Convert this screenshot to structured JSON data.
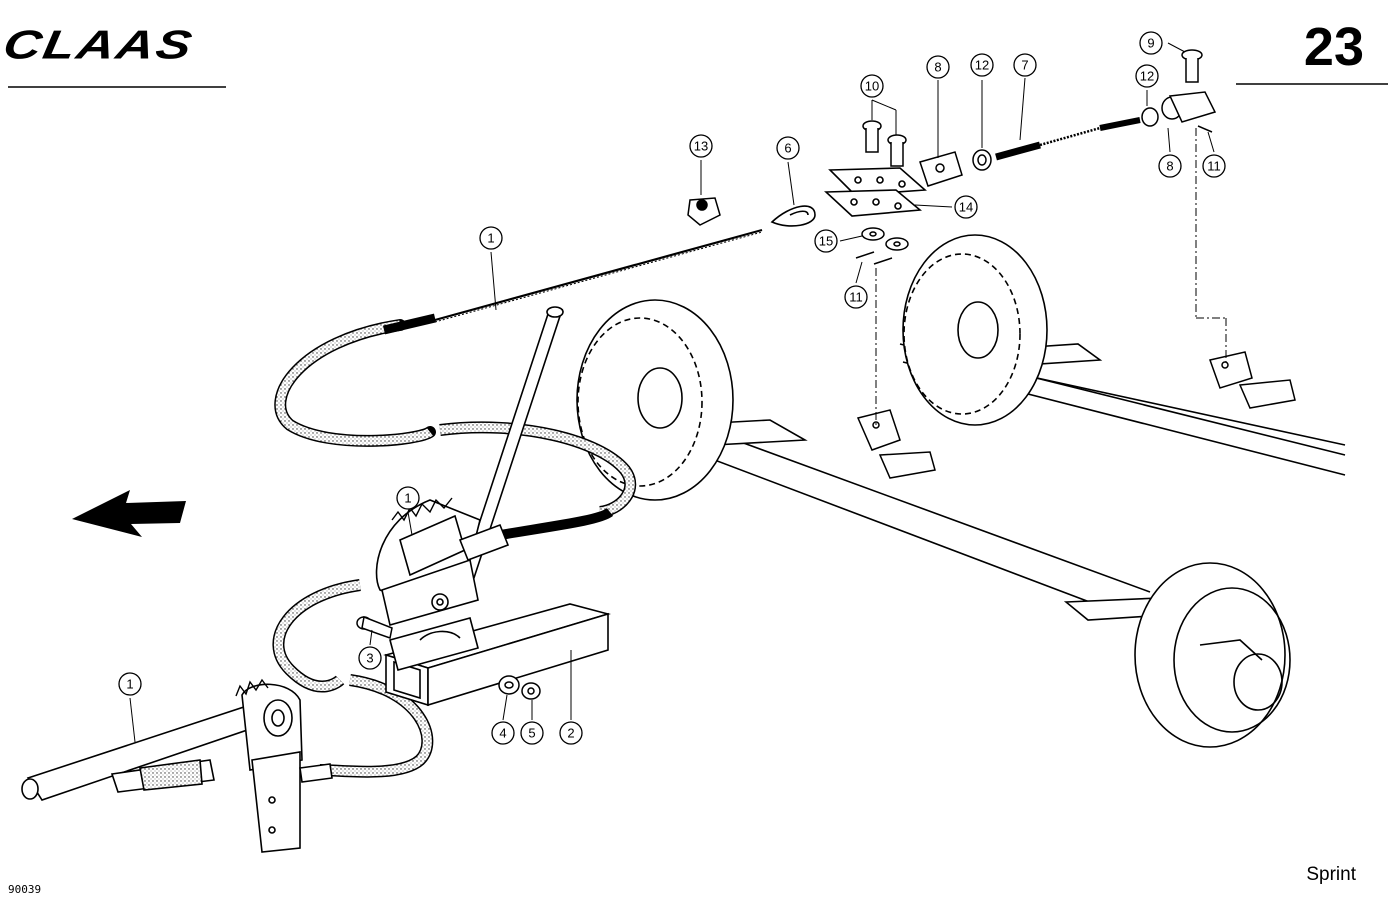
{
  "header": {
    "brand": "CLAAS",
    "page_number": "23"
  },
  "footer": {
    "model": "Sprint",
    "doc_number": "90039"
  },
  "callouts": [
    "1",
    "1",
    "1",
    "2",
    "3",
    "4",
    "5",
    "6",
    "7",
    "8",
    "8",
    "9",
    "10",
    "11",
    "11",
    "12",
    "12",
    "13",
    "14",
    "15"
  ],
  "colors": {
    "ink": "#000000",
    "paper": "#ffffff",
    "hatch": "#555555"
  },
  "icons": {
    "direction": "arrow-left-icon"
  }
}
